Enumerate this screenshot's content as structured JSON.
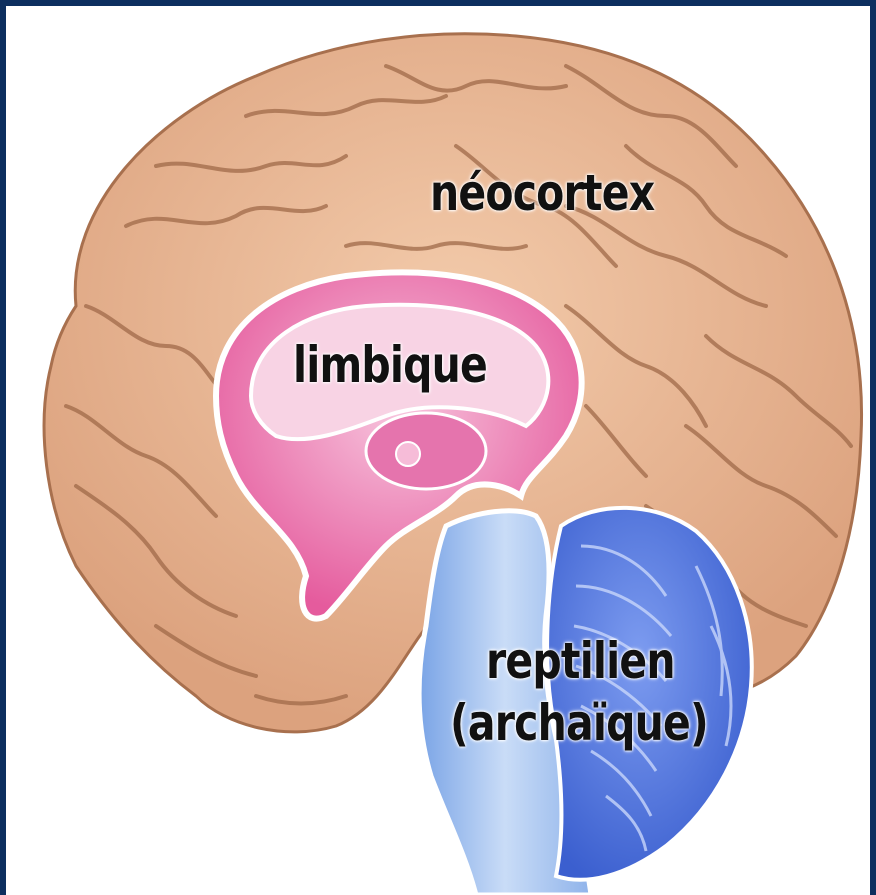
{
  "labels": {
    "neocortex": "néocortex",
    "limbic": "limbique",
    "reptilian_line1": "reptilien",
    "reptilian_line2": "(archaïque)"
  },
  "colors": {
    "frame": "#0d2f5f",
    "cortex": "#ecb996",
    "cortex_shadow": "#b97e5c",
    "limbic": "#e86aa6",
    "limbic_light": "#f7c9dc",
    "brainstem": "#9cc0ec",
    "cerebellum": "#4f72d6"
  }
}
